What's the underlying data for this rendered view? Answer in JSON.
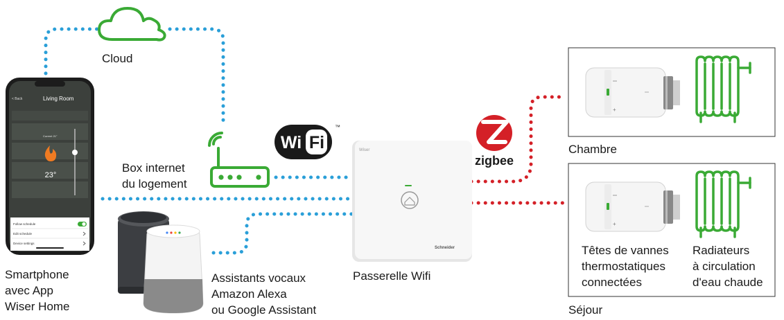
{
  "labels": {
    "cloud": "Cloud",
    "box_line1": "Box internet",
    "box_line2": "du logement",
    "phone_line1": "Smartphone",
    "phone_line2": "avec App",
    "phone_line3": "Wiser Home",
    "assist_line1": "Assistants vocaux",
    "assist_line2": "Amazon Alexa",
    "assist_line3": "ou Google Assistant",
    "gateway": "Passerelle Wifi",
    "chambre": "Chambre",
    "sejour": "Séjour",
    "heads_line1": "Têtes de vannes",
    "heads_line2": "thermostatiques",
    "heads_line3": "connectées",
    "rad_line1": "Radiateurs",
    "rad_line2": "à circulation",
    "rad_line3": "d'eau chaude"
  },
  "logos": {
    "wifi_left": "Wi",
    "wifi_right": "Fi",
    "wifi_tm": "™",
    "zigbee": "zigbee"
  },
  "phone": {
    "back": "< Back",
    "room": "Living Room",
    "current": "Current 21°",
    "temp": "23°",
    "menu": [
      "Follow schedule",
      "Edit schedule",
      "Device settings"
    ]
  },
  "gateway_device": {
    "brand_top": "Wiser",
    "brand_bottom": "Schneider"
  },
  "colors": {
    "wifi_link": "#2a9fd8",
    "zigbee_link": "#d42027",
    "icon_green": "#3aaa35",
    "zigbee_red": "#d42027"
  }
}
